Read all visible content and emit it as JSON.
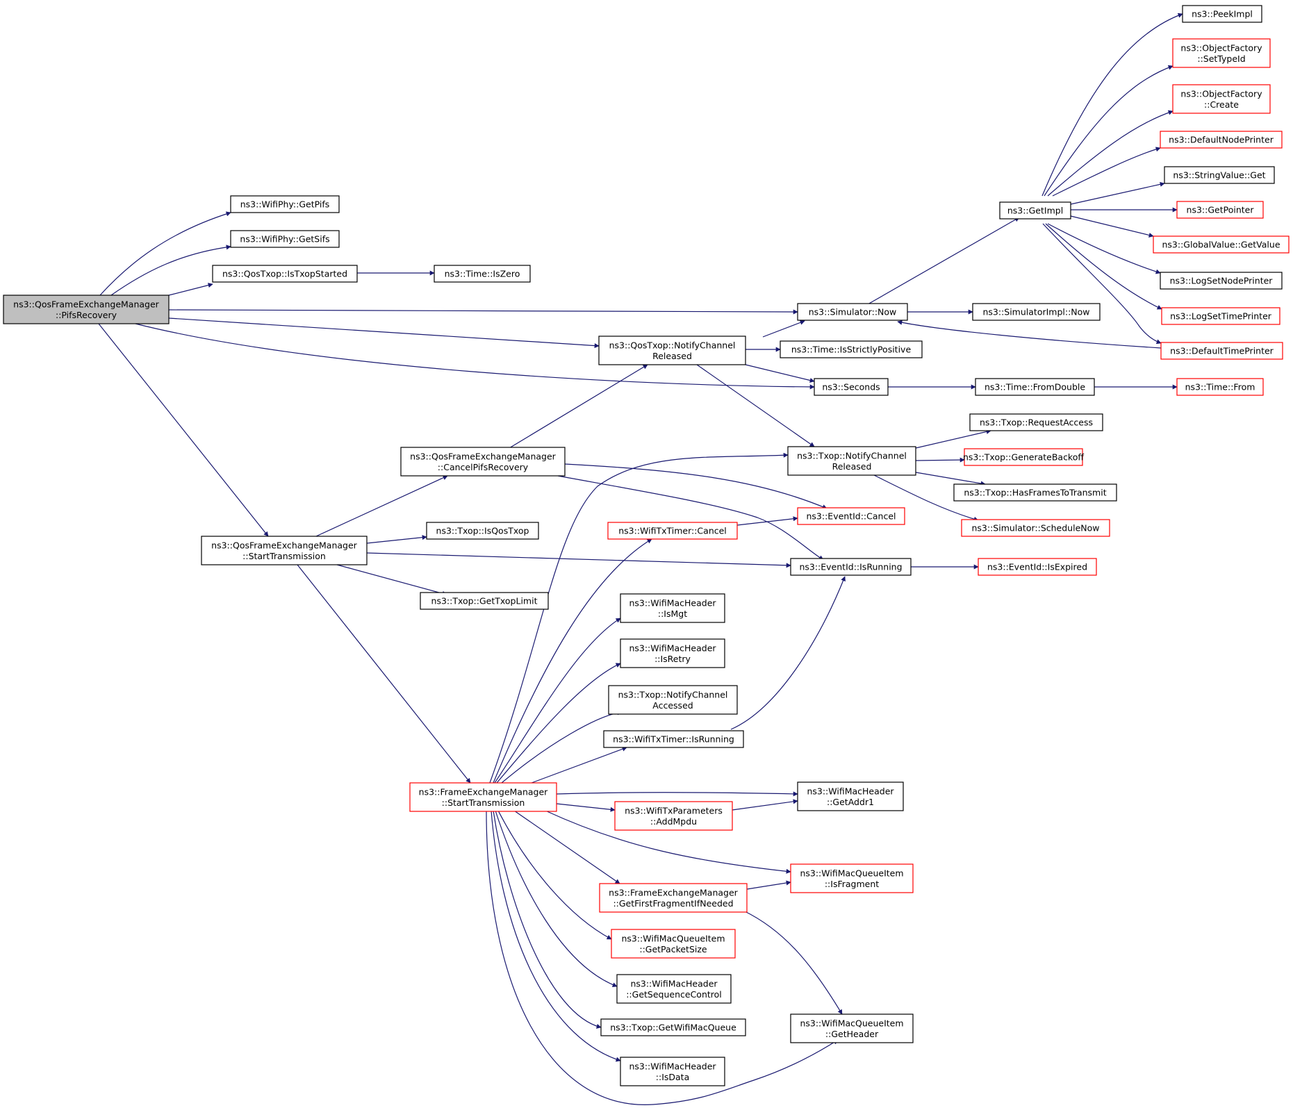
{
  "colors": {
    "edge": "#191970",
    "normal_border": "#000000",
    "external_border": "#ff0000",
    "root_fill": "#bfbfbf"
  },
  "nodes": [
    {
      "id": "root",
      "lines": [
        "ns3::QosFrameExchangeManager",
        "::PifsRecovery"
      ],
      "style": "root"
    },
    {
      "id": "getpifs",
      "lines": [
        "ns3::WifiPhy::GetPifs"
      ],
      "style": "black"
    },
    {
      "id": "getsifs",
      "lines": [
        "ns3::WifiPhy::GetSifs"
      ],
      "style": "black"
    },
    {
      "id": "istxopstarted",
      "lines": [
        "ns3::QosTxop::IsTxopStarted"
      ],
      "style": "black"
    },
    {
      "id": "iszero",
      "lines": [
        "ns3::Time::IsZero"
      ],
      "style": "black"
    },
    {
      "id": "simnow",
      "lines": [
        "ns3::Simulator::Now"
      ],
      "style": "black"
    },
    {
      "id": "simimplnow",
      "lines": [
        "ns3::SimulatorImpl::Now"
      ],
      "style": "black"
    },
    {
      "id": "getimpl",
      "lines": [
        "ns3::GetImpl"
      ],
      "style": "black"
    },
    {
      "id": "peekimpl",
      "lines": [
        "ns3::PeekImpl"
      ],
      "style": "black"
    },
    {
      "id": "ofsettypeid",
      "lines": [
        "ns3::ObjectFactory",
        "::SetTypeId"
      ],
      "style": "red"
    },
    {
      "id": "ofcreate",
      "lines": [
        "ns3::ObjectFactory",
        "::Create"
      ],
      "style": "red"
    },
    {
      "id": "defnodeprinter",
      "lines": [
        "ns3::DefaultNodePrinter"
      ],
      "style": "red"
    },
    {
      "id": "stringvalueget",
      "lines": [
        "ns3::StringValue::Get"
      ],
      "style": "black"
    },
    {
      "id": "getpointer",
      "lines": [
        "ns3::GetPointer"
      ],
      "style": "red"
    },
    {
      "id": "globalvalueget",
      "lines": [
        "ns3::GlobalValue::GetValue"
      ],
      "style": "red"
    },
    {
      "id": "logsetnodeprinter",
      "lines": [
        "ns3::LogSetNodePrinter"
      ],
      "style": "black"
    },
    {
      "id": "logsettimeprinter",
      "lines": [
        "ns3::LogSetTimePrinter"
      ],
      "style": "red"
    },
    {
      "id": "deftimeprinter",
      "lines": [
        "ns3::DefaultTimePrinter"
      ],
      "style": "red"
    },
    {
      "id": "qosnotifyreleased",
      "lines": [
        "ns3::QosTxop::NotifyChannel",
        "Released"
      ],
      "style": "black"
    },
    {
      "id": "isstrictlypositive",
      "lines": [
        "ns3::Time::IsStrictlyPositive"
      ],
      "style": "black"
    },
    {
      "id": "seconds",
      "lines": [
        "ns3::Seconds"
      ],
      "style": "black"
    },
    {
      "id": "fromdouble",
      "lines": [
        "ns3::Time::FromDouble"
      ],
      "style": "black"
    },
    {
      "id": "timefrom",
      "lines": [
        "ns3::Time::From"
      ],
      "style": "red"
    },
    {
      "id": "txopnotifyreleased",
      "lines": [
        "ns3::Txop::NotifyChannel",
        "Released"
      ],
      "style": "black"
    },
    {
      "id": "requestaccess",
      "lines": [
        "ns3::Txop::RequestAccess"
      ],
      "style": "black"
    },
    {
      "id": "generatebackoff",
      "lines": [
        "ns3::Txop::GenerateBackoff"
      ],
      "style": "red"
    },
    {
      "id": "hasframes",
      "lines": [
        "ns3::Txop::HasFramesToTransmit"
      ],
      "style": "black"
    },
    {
      "id": "schedulenow",
      "lines": [
        "ns3::Simulator::ScheduleNow"
      ],
      "style": "red"
    },
    {
      "id": "cancelpifs",
      "lines": [
        "ns3::QosFrameExchangeManager",
        "::CancelPifsRecovery"
      ],
      "style": "black"
    },
    {
      "id": "eventcancel",
      "lines": [
        "ns3::EventId::Cancel"
      ],
      "style": "red"
    },
    {
      "id": "wifitxtimercancel",
      "lines": [
        "ns3::WifiTxTimer::Cancel"
      ],
      "style": "red"
    },
    {
      "id": "qosstarttx",
      "lines": [
        "ns3::QosFrameExchangeManager",
        "::StartTransmission"
      ],
      "style": "black"
    },
    {
      "id": "isqostxop",
      "lines": [
        "ns3::Txop::IsQosTxop"
      ],
      "style": "black"
    },
    {
      "id": "eventisrunning",
      "lines": [
        "ns3::EventId::IsRunning"
      ],
      "style": "black"
    },
    {
      "id": "eventisexpired",
      "lines": [
        "ns3::EventId::IsExpired"
      ],
      "style": "red"
    },
    {
      "id": "gettxoplimit",
      "lines": [
        "ns3::Txop::GetTxopLimit"
      ],
      "style": "black"
    },
    {
      "id": "ismgt",
      "lines": [
        "ns3::WifiMacHeader",
        "::IsMgt"
      ],
      "style": "black"
    },
    {
      "id": "isretry",
      "lines": [
        "ns3::WifiMacHeader",
        "::IsRetry"
      ],
      "style": "black"
    },
    {
      "id": "notifyaccessed",
      "lines": [
        "ns3::Txop::NotifyChannel",
        "Accessed"
      ],
      "style": "black"
    },
    {
      "id": "txtimerisrunning",
      "lines": [
        "ns3::WifiTxTimer::IsRunning"
      ],
      "style": "black"
    },
    {
      "id": "festarttx",
      "lines": [
        "ns3::FrameExchangeManager",
        "::StartTransmission"
      ],
      "style": "red"
    },
    {
      "id": "getaddr1",
      "lines": [
        "ns3::WifiMacHeader",
        "::GetAddr1"
      ],
      "style": "black"
    },
    {
      "id": "addmpdu",
      "lines": [
        "ns3::WifiTxParameters",
        "::AddMpdu"
      ],
      "style": "red"
    },
    {
      "id": "isfragment",
      "lines": [
        "ns3::WifiMacQueueItem",
        "::IsFragment"
      ],
      "style": "red"
    },
    {
      "id": "getfirstfrag",
      "lines": [
        "ns3::FrameExchangeManager",
        "::GetFirstFragmentIfNeeded"
      ],
      "style": "red"
    },
    {
      "id": "getpacketsize",
      "lines": [
        "ns3::WifiMacQueueItem",
        "::GetPacketSize"
      ],
      "style": "red"
    },
    {
      "id": "getseqctrl",
      "lines": [
        "ns3::WifiMacHeader",
        "::GetSequenceControl"
      ],
      "style": "black"
    },
    {
      "id": "getwifimacqueue",
      "lines": [
        "ns3::Txop::GetWifiMacQueue"
      ],
      "style": "black"
    },
    {
      "id": "getheader",
      "lines": [
        "ns3::WifiMacQueueItem",
        "::GetHeader"
      ],
      "style": "black"
    },
    {
      "id": "isdata",
      "lines": [
        "ns3::WifiMacHeader",
        "::IsData"
      ],
      "style": "black"
    }
  ]
}
